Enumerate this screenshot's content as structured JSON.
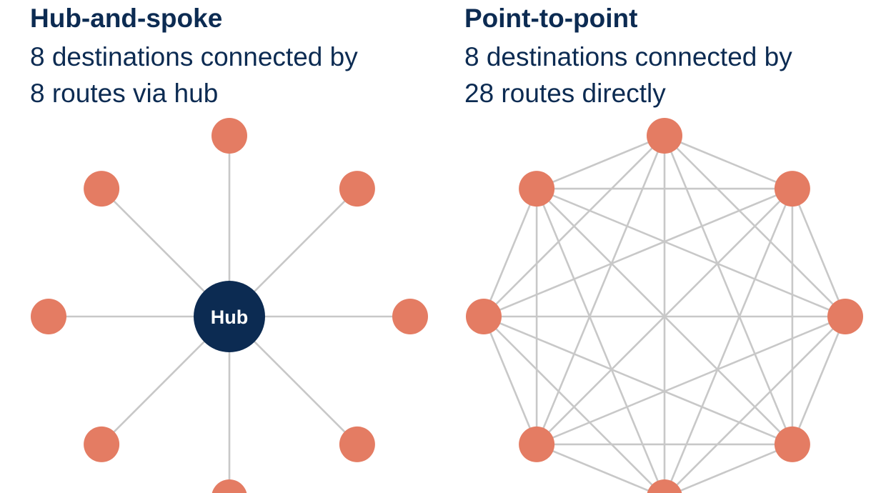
{
  "colors": {
    "title": "#0c2b52",
    "node": "#e47c63",
    "hub": "#0c2b52",
    "route": "#c8c8c8"
  },
  "hub_and_spoke": {
    "title": "Hub-and-spoke",
    "subtitle_line1": "8 destinations connected by",
    "subtitle_line2": "8 routes via hub",
    "hub_label": "Hub",
    "destination_count": 8,
    "route_count": 8
  },
  "point_to_point": {
    "title": "Point-to-point",
    "subtitle_line1": "8 destinations connected by",
    "subtitle_line2": "28 routes directly",
    "destination_count": 8,
    "route_count": 28
  }
}
